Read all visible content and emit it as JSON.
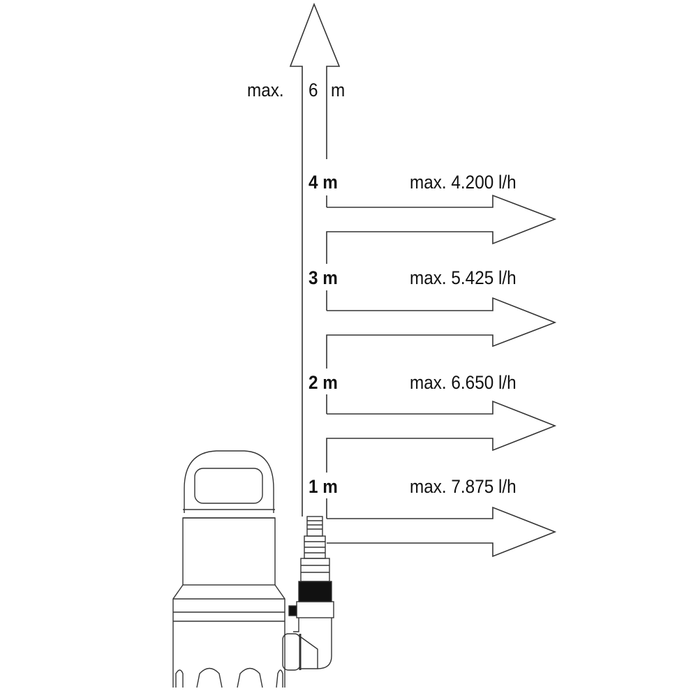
{
  "vertical": {
    "prefix": "max.",
    "value": "6",
    "unit": "m"
  },
  "levels": [
    {
      "height": "4 m",
      "flow": "max. 4.200 l/h"
    },
    {
      "height": "3 m",
      "flow": "max. 5.425 l/h"
    },
    {
      "height": "2 m",
      "flow": "max. 6.650 l/h"
    },
    {
      "height": "1 m",
      "flow": "max. 7.875 l/h"
    }
  ],
  "colors": {
    "line": "#333333",
    "fill": "#ffffff",
    "text": "#111111"
  }
}
